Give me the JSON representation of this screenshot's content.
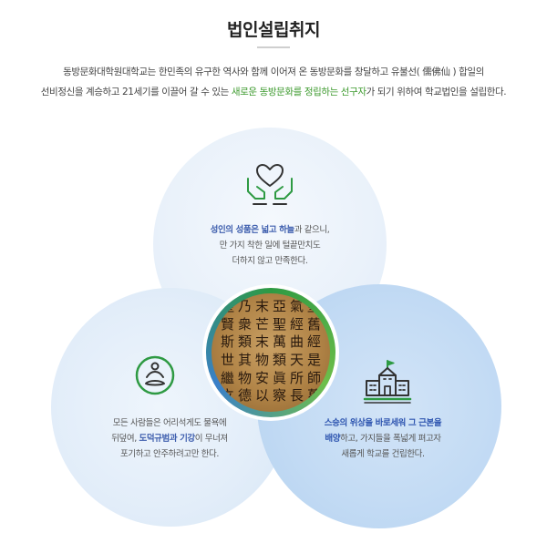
{
  "header": {
    "title": "법인설립취지"
  },
  "intro": {
    "line1": "동방문화대학원대학교는 한민족의 유구한 역사와 함께 이어져 온 동방문화를 창달하고 유불선( 儒佛仙 ) 합일의",
    "line2_before": "선비정신을 계승하고 21세기를 이끌어 갈 수 있는 ",
    "line2_highlight": "새로운 동방문화를 정립하는 선구자",
    "line2_after": "가 되기 위하여 학교법인을 설립한다."
  },
  "circles": {
    "top": {
      "icon": "hands-heart-icon",
      "em": "성인의 성품은 넓고 하늘",
      "line1_rest": "과 같으니,",
      "line2": "만 가지 착한 일에 털끝만치도",
      "line3": "더하지 않고 만족한다."
    },
    "left": {
      "icon": "meditation-person-icon",
      "line1": "모든 사람들은 어리석게도 물욕에",
      "line2_before": "뒤덮여, ",
      "line2_em": "도덕규범과 기강",
      "line2_after": "이 무너져",
      "line3": "포기하고 안주하려고만 한다."
    },
    "right": {
      "icon": "school-building-icon",
      "line1_em": "스승의 위상을 바로세워 그 근본을",
      "line2_em": "배양",
      "line2_after": "하고, 가지들을 폭넓게 펴고자",
      "line3": "새롭게 학교를 건립한다."
    },
    "center": {
      "image": "calligraphy-image",
      "chars": [
        "聖",
        "乃",
        "末",
        "亞",
        "氣",
        "聖",
        "賢",
        "衆",
        "芒",
        "聖",
        "經",
        "舊",
        "斯",
        "類",
        "末",
        "萬",
        "曲",
        "經",
        "世",
        "其",
        "物",
        "類",
        "天",
        "是",
        "繼",
        "物",
        "安",
        "眞",
        "所",
        "師",
        "立",
        "德",
        "以",
        "察",
        "長",
        "萬"
      ]
    }
  },
  "colors": {
    "highlight_green": "#3d9a2e",
    "emphasis_blue": "#3f5fae",
    "icon_green": "#2e9a43"
  }
}
